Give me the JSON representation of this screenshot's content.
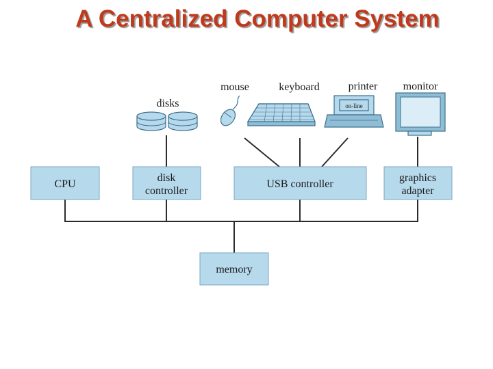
{
  "title": "A Centralized Computer System",
  "nodes": {
    "cpu": "CPU",
    "disk_controller": [
      "disk",
      "controller"
    ],
    "usb_controller": "USB controller",
    "graphics_adapter": [
      "graphics",
      "adapter"
    ],
    "memory": "memory"
  },
  "devices": {
    "disks": "disks",
    "mouse": "mouse",
    "keyboard": "keyboard",
    "printer": "printer",
    "printer_panel": "on-line",
    "monitor": "monitor"
  },
  "colors": {
    "title": "#c0391b",
    "box_fill": "#b7d9ec",
    "line": "#2b2b2b"
  }
}
